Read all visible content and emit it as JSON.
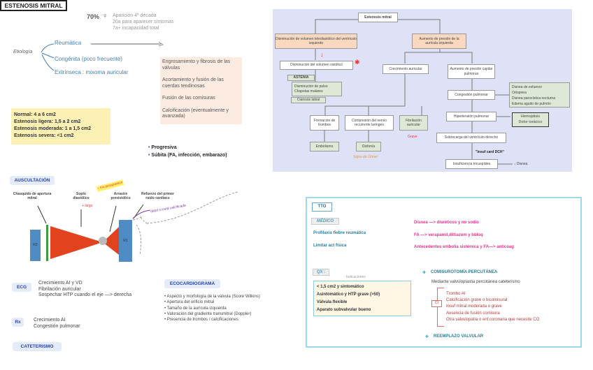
{
  "header": {
    "title": "ESTENOSIS MITRAL",
    "percent": "70%",
    "female_icon": "female-symbol-icon",
    "notes": [
      "Aparición 4ª década",
      "20a para aparecer síntomas",
      "7a+ incapacidad total"
    ]
  },
  "etiologia": {
    "label": "Etiología",
    "items": [
      "Reumática",
      "Congénita (poco frecuente)",
      "Extrínseca : mixoma auricular"
    ]
  },
  "reumatica_effects": [
    "Engrosamiento y fibrosis de las válvulas",
    "Acortamiento y fusión de las cuerdas tendinosas",
    "Fusión de las comisuras",
    "Calcificación (eventualmente y avanzada)"
  ],
  "severity": [
    "Normal: 4 a 6 cm2",
    "Estenosis ligera: 1,5 a 2 cm2",
    "Estenosis moderada: 1 a 1,5 cm2",
    "Estenosis severa: <1 cm2"
  ],
  "onset": [
    "Progresiva",
    "Súbita (FA, infección, embarazo)"
  ],
  "flow": {
    "root": "Estenosis mitral",
    "dim_vol": "Disminución de volumen telediastólico del ventrículo izquierdo",
    "aum_pres": "Aumento de presión de la aurícula izquierda",
    "dim_sist": "Disminución del volumen sistólico",
    "astenia": "ASTENIA",
    "pulso": "Disminución de pulso\nChapetas malares",
    "cianosis": "Cianosis labial",
    "crec_aur": "Crecimiento auricular",
    "aum_cap": "Aumento de presión capilar pulmonar",
    "congestion": "Congestión pulmonar",
    "disnea_list": [
      "Disnea de esfuerzo",
      "Ortopnea",
      "Disnea paroxística nocturna",
      "Edema agudo de pulmón"
    ],
    "htp": "Hipertensión pulmonar",
    "hemoptisis": "Hemoptisis\nDolor torácico",
    "sobrecarga": "Sobrecarga del ventrículo derecho",
    "insuf_note": "\"Insuf card DCH\"",
    "tricusp": "Insuficiencia tricuspídea",
    "disnea_down": "↓ Disnea",
    "trombos": "Formación de trombos",
    "compresion": "Compresión del nervio recurrente laríngeo",
    "fibrilacion": "Fibrilación auricular",
    "grave": "Grave",
    "embolismo": "Embolismo",
    "disfonia": "Disfonía",
    "ortner": "Signo de Ortner"
  },
  "auscultacion": {
    "label": "AUSCULTACIÓN",
    "chasquido": "Chasquido de apertura mitral",
    "soplo": "Soplo diastólico",
    "arrastre": "Arrastre presistólico",
    "refuerzo": "Refuerzo del primer ruido cardiaco",
    "fa_note": "↑ FA desaparece",
    "largo_note": "+ largo",
    "r2": "R2",
    "r1": "R1",
    "debil_note": "débil si está calcificada"
  },
  "ecg": {
    "label": "ECG",
    "items": [
      "Crecimiento AI y VD",
      "Fibrilación auricular",
      "Sospechar HTP cuando el eje —> derecha"
    ]
  },
  "rx": {
    "label": "Rx",
    "items": [
      "Crecimiento AI",
      "Congestión pulmonar"
    ]
  },
  "cateterismo": {
    "label": "CATETERISMO"
  },
  "eco": {
    "label": "ECOCARDIOGRAMA",
    "items": [
      "Aspecto y morfología de la válvula (Score Wilkins)",
      "Apertura del orificio mitral",
      "Tamaño de la aurícula izquierda",
      "Valoración del gradiente transmitral (Doppler)",
      "Presencia de trombos / calcificaciones"
    ]
  },
  "tto": {
    "label": "TTO",
    "medico": "MÉDICO",
    "medico_items": [
      "Profilaxis fiebre reumática",
      "Limitar act física"
    ],
    "pink_items": [
      "Disnea —> diuréticos y no sodio",
      "FA —> verapamil,diltiazem y bbloq",
      "Antecedentes embolia sistémica y FA—> anticoag"
    ],
    "qx": "QX :",
    "indicaciones": "Indicaciones",
    "qx_items": [
      "< 1,5 cm2 y sintomático",
      "Asintomático y HTP grave (>50)",
      "Válvula flexible",
      "Aparato subvalvular bueno"
    ],
    "comisurotomia": "COMISUROTOMÍA PERCUTÁNEA",
    "mediante": "Mediante valvuloplastia percutánea cateterismo",
    "ci": "CI",
    "ci_items": [
      "Trombo AI",
      "Calcificación grave o bicomisural",
      "Insuf mitral moderada o grave",
      "Ausencia de fusión comisura",
      "Otra valvulopatía o enf.coronaria que necesite CO"
    ],
    "reemplazo": "REEMPLAZO VALVULAR"
  },
  "colors": {
    "flow_bg": "#dfe1f6",
    "peach": "#f8d9bf",
    "green": "#dde8d6",
    "yellow": "#fdf0b5",
    "pink": "#e2348a",
    "teal": "#2a7f98",
    "red_triangle": "#e2431f",
    "blue_bar": "#4f8cc4"
  }
}
